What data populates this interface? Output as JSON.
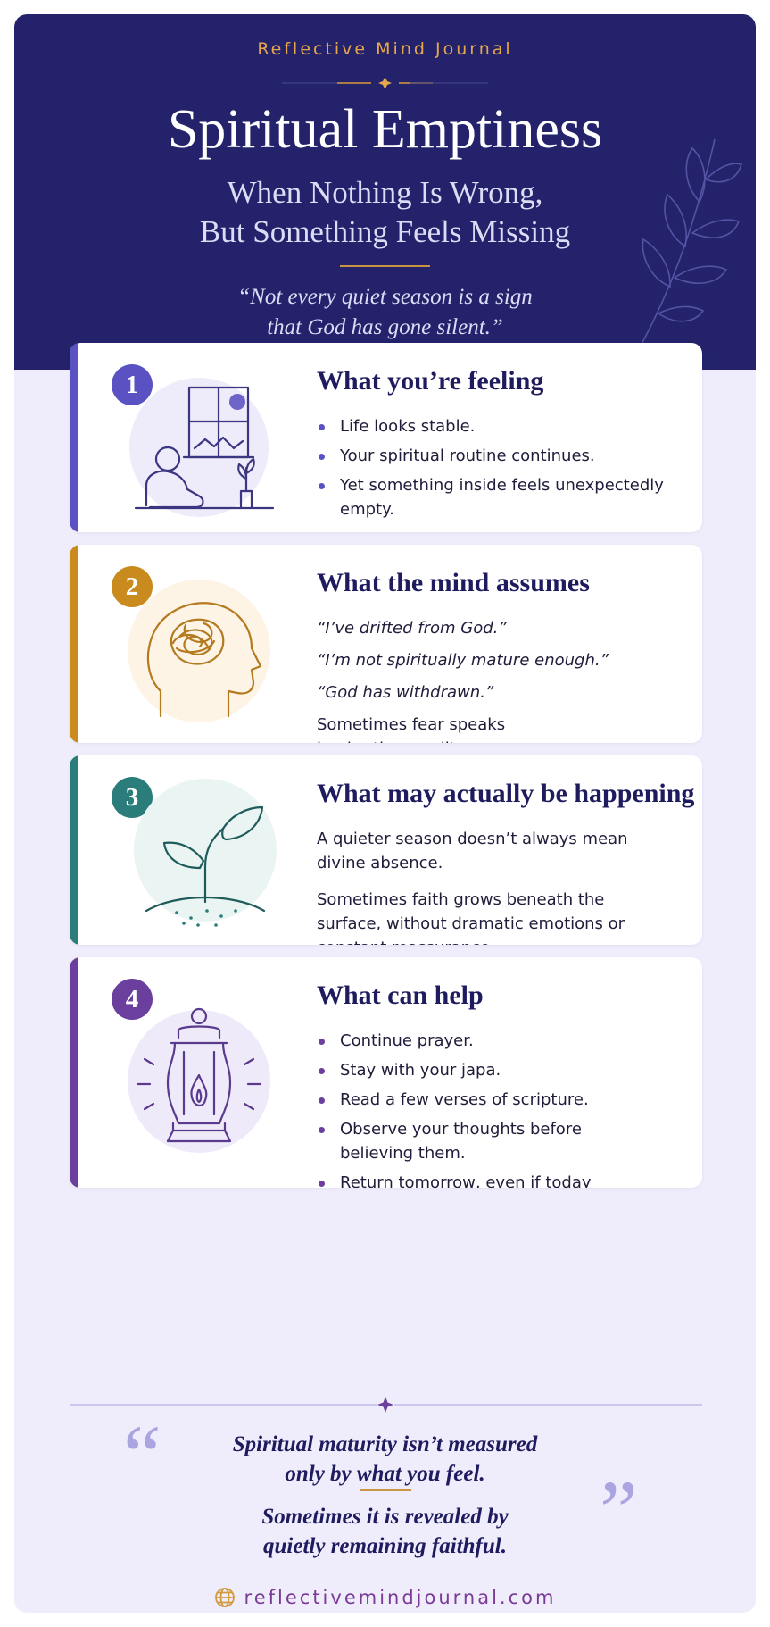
{
  "header": {
    "brand": "Reflective Mind Journal",
    "title": "Spiritual Emptiness",
    "subtitle_line1": "When Nothing Is Wrong,",
    "subtitle_line2": "But Something Feels Missing",
    "quote_line1": "“Not every quiet season is a sign",
    "quote_line2": "that God has gone silent.”"
  },
  "colors": {
    "header_bg": "#23226b",
    "gold": "#e6a64a",
    "card1_accent": "#5a52c2",
    "card2_accent": "#c98a1e",
    "card3_accent": "#2a7d7a",
    "card4_accent": "#6a3f9e",
    "url": "#7a3b97"
  },
  "cards": [
    {
      "number": "1",
      "title": "What you’re feeling",
      "icon": "person-by-window-icon",
      "bullets": [
        "Life looks stable.",
        "Your spiritual routine continues.",
        "Yet something inside feels unexpectedly empty."
      ]
    },
    {
      "number": "2",
      "title": "What the mind assumes",
      "icon": "tangled-thoughts-head-icon",
      "assumptions": [
        "“I’ve drifted from God.”",
        "“I’m not spiritually mature enough.”",
        "“God has withdrawn.”"
      ],
      "note": "Sometimes fear speaks louder than reality."
    },
    {
      "number": "3",
      "title": "What may actually be happening",
      "icon": "sprout-icon",
      "paragraphs": [
        "A quieter season doesn’t always mean divine absence.",
        "Sometimes faith grows beneath the surface, without dramatic emotions or constant reassurance."
      ]
    },
    {
      "number": "4",
      "title": "What can help",
      "icon": "lantern-icon",
      "bullets": [
        "Continue prayer.",
        "Stay with your japa.",
        "Read a few verses of scripture.",
        "Observe your thoughts before believing them.",
        "Return tomorrow, even if today feels ordinary."
      ]
    }
  ],
  "closing": {
    "open_quote": "“",
    "close_quote": "”",
    "line1": "Spiritual maturity isn’t measured",
    "line2": "only by what you feel.",
    "line3": "Sometimes it is revealed by",
    "line4": "quietly remaining faithful."
  },
  "footer": {
    "icon": "globe-icon",
    "url": "reflectivemindjournal.com"
  }
}
